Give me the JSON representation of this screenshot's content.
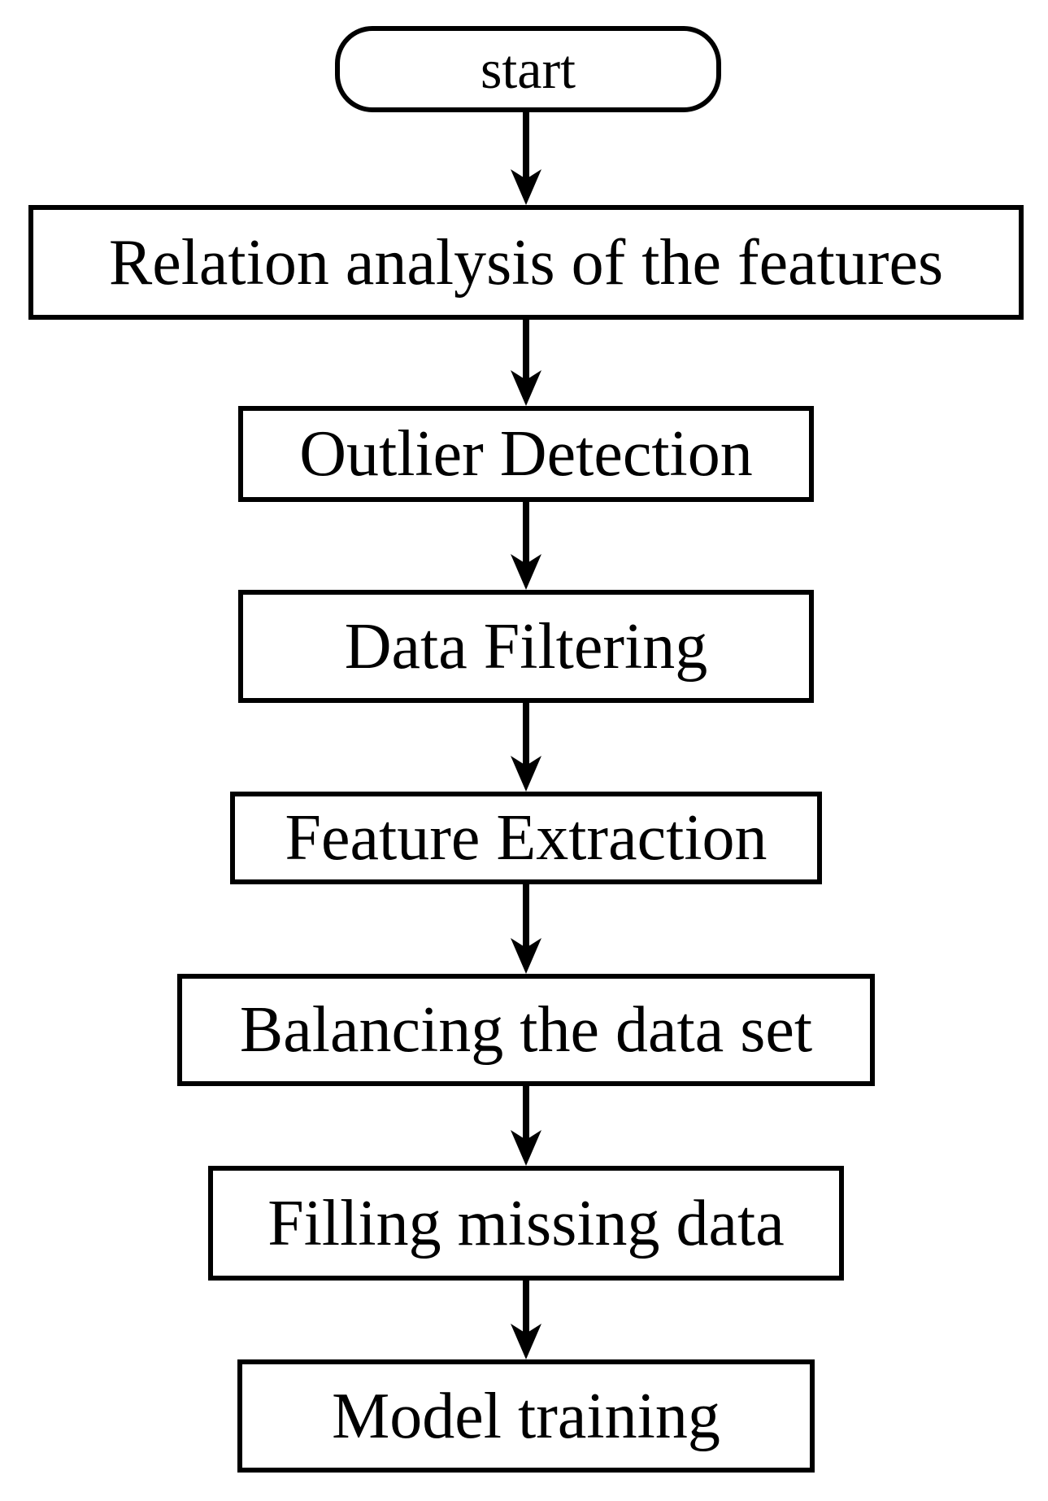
{
  "diagram": {
    "type": "flowchart",
    "direction": "top-down",
    "colors": {
      "stroke": "#000000",
      "text": "#000000",
      "background": "#ffffff"
    },
    "nodes": [
      {
        "id": "start",
        "label": "start",
        "shape": "rounded"
      },
      {
        "id": "relation-analysis",
        "label": "Relation analysis of the features",
        "shape": "rect"
      },
      {
        "id": "outlier-detection",
        "label": "Outlier Detection",
        "shape": "rect"
      },
      {
        "id": "data-filtering",
        "label": "Data Filtering",
        "shape": "rect"
      },
      {
        "id": "feature-extraction",
        "label": "Feature Extraction",
        "shape": "rect"
      },
      {
        "id": "balancing-data-set",
        "label": "Balancing the data set",
        "shape": "rect"
      },
      {
        "id": "filling-missing-data",
        "label": "Filling missing data",
        "shape": "rect"
      },
      {
        "id": "model-training",
        "label": "Model training",
        "shape": "rect"
      }
    ],
    "edges": [
      {
        "from": "start",
        "to": "relation-analysis"
      },
      {
        "from": "relation-analysis",
        "to": "outlier-detection"
      },
      {
        "from": "outlier-detection",
        "to": "data-filtering"
      },
      {
        "from": "data-filtering",
        "to": "feature-extraction"
      },
      {
        "from": "feature-extraction",
        "to": "balancing-data-set"
      },
      {
        "from": "balancing-data-set",
        "to": "filling-missing-data"
      },
      {
        "from": "filling-missing-data",
        "to": "model-training"
      }
    ]
  }
}
